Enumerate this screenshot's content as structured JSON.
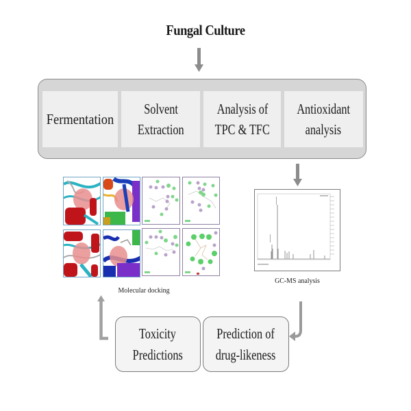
{
  "title": "Fungal Culture",
  "steps": [
    {
      "label": "Fermentation"
    },
    {
      "label": "Solvent Extraction",
      "line1": "Solvent",
      "line2": "Extraction"
    },
    {
      "label": "Analysis of TPC & TFC",
      "line1": "Analysis of",
      "line2": "TPC & TFC"
    },
    {
      "label": "Antioxidant analysis",
      "line1": "Antioxidant",
      "line2": "analysis"
    }
  ],
  "docking": {
    "caption": "Molecular docking",
    "panels": [
      {
        "type": "protein-3d",
        "colors": [
          "#c0141b",
          "#2ab3c3",
          "#e88e8e"
        ]
      },
      {
        "type": "protein-3d",
        "colors": [
          "#1a3fb8",
          "#7b2fc9",
          "#3cb84a",
          "#d84a1a"
        ]
      },
      {
        "type": "ligand-2d"
      },
      {
        "type": "ligand-2d"
      },
      {
        "type": "protein-3d",
        "colors": [
          "#c0141b",
          "#2ab3c3",
          "#e88e8e"
        ]
      },
      {
        "type": "protein-3d",
        "colors": [
          "#1a2fb0",
          "#7b2fc9",
          "#3cb84a"
        ]
      },
      {
        "type": "ligand-2d"
      },
      {
        "type": "ligand-2d"
      }
    ]
  },
  "gcms": {
    "caption": "GC-MS analysis"
  },
  "predictions": [
    {
      "label": "Toxicity Predictions",
      "line1": "Toxicity",
      "line2": "Predictions"
    },
    {
      "label": "Prediction of drug-likeness",
      "line1": "Prediction of",
      "line2": "drug-likeness"
    }
  ],
  "colors": {
    "arrow": "#8c8c8c",
    "outer_box": "#d6d6d6",
    "cell": "#efefef"
  }
}
